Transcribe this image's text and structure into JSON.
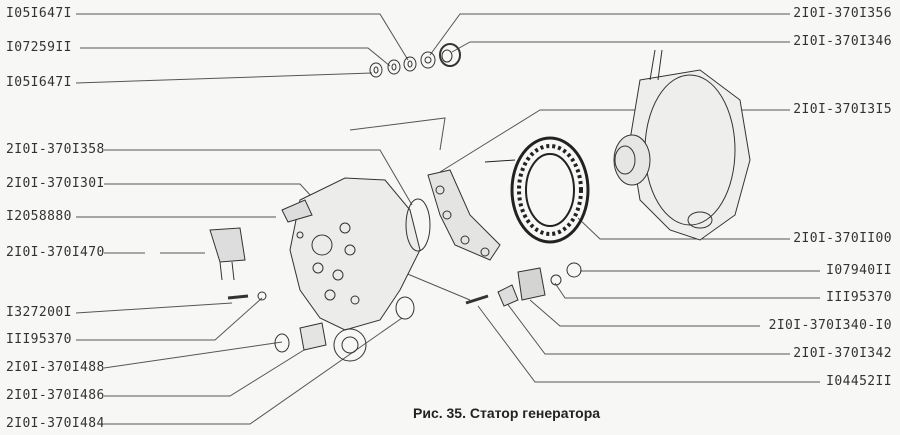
{
  "caption": "Рис. 35. Статор генератора",
  "left_labels": [
    "I05I647I",
    "I07259II",
    "I05I647I",
    "2I0I-370I358",
    "2I0I-370I30I",
    "I2058880",
    "2I0I-370I470",
    "I327200I",
    "III95370",
    "2I0I-370I488",
    "2I0I-370I486",
    "2I0I-370I484"
  ],
  "right_labels": [
    "2I0I-370I356",
    "2I0I-370I346",
    "2I0I-370I3I5",
    "2I0I-370II00",
    "I07940II",
    "III95370",
    "2I0I-370I340-I0",
    "2I0I-370I342",
    "I04452II"
  ]
}
